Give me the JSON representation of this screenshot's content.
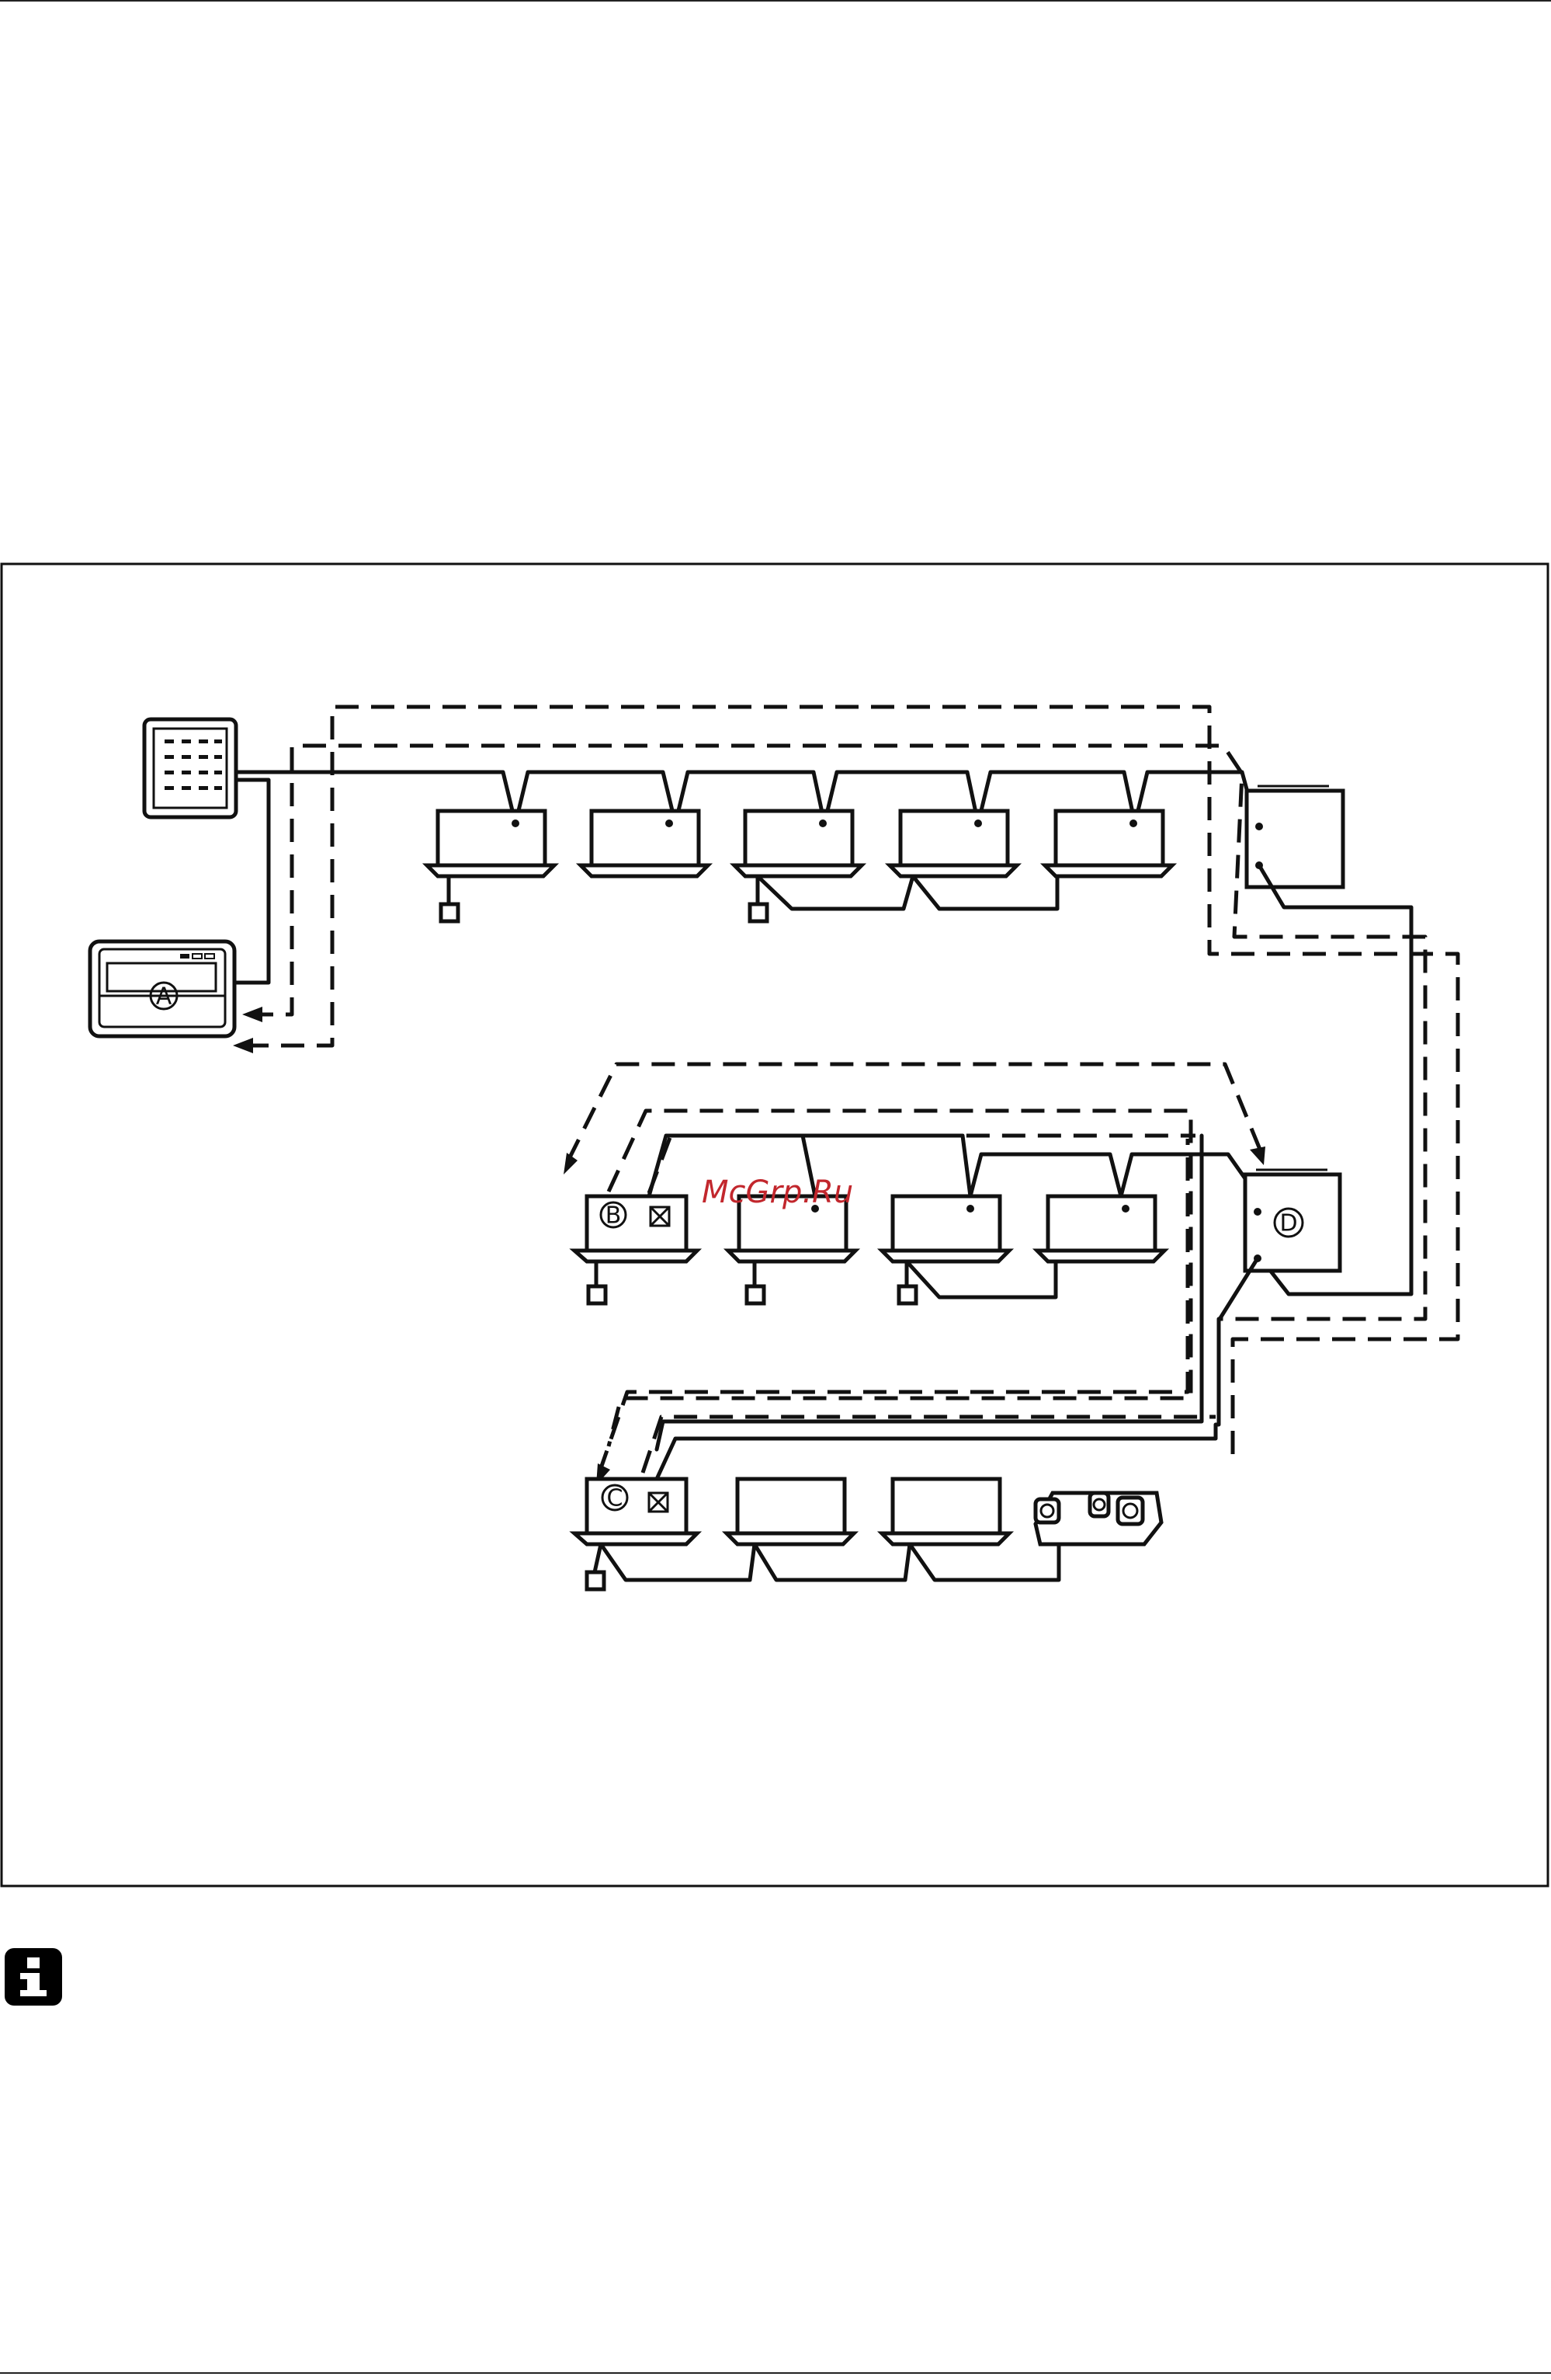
{
  "diagram": {
    "labels": {
      "A": "A",
      "B": "B",
      "C": "C",
      "D": "D"
    },
    "watermark": "McGrp.Ru"
  },
  "icons": {
    "info": "info-icon"
  }
}
